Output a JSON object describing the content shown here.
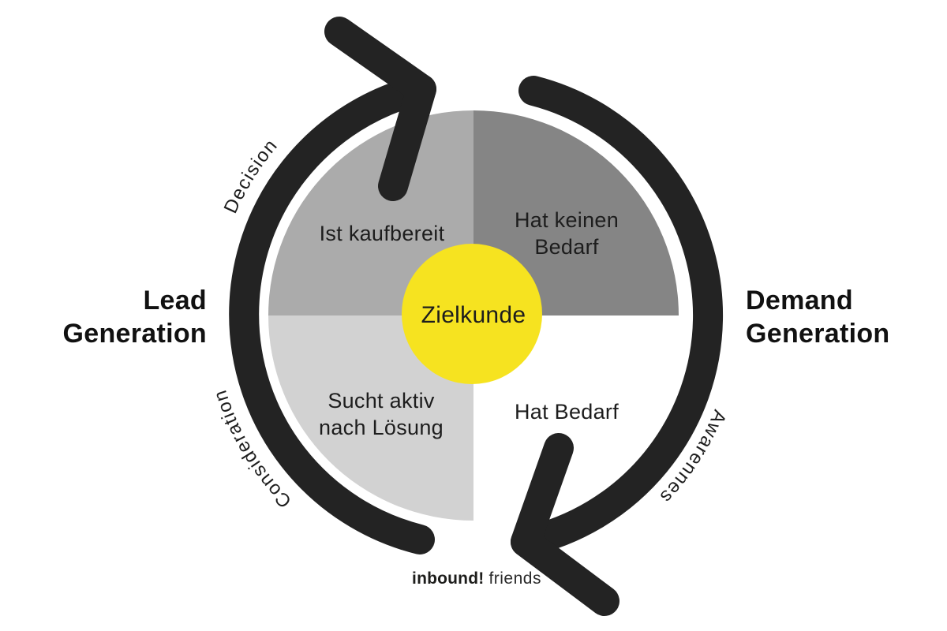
{
  "diagram": {
    "center": {
      "label": "Zielkunde"
    },
    "quadrants": {
      "top_left": {
        "label": "Ist kaufbereit"
      },
      "top_right": {
        "line1": "Hat keinen",
        "line2": "Bedarf"
      },
      "bottom_left": {
        "line1": "Sucht aktiv",
        "line2": "nach Lösung"
      },
      "bottom_right": {
        "label": "Hat Bedarf"
      }
    },
    "cycle_labels": {
      "decision": "Decision",
      "consideration": "Consideration",
      "awareness": "Awarennes"
    },
    "left_title": {
      "line1": "Lead",
      "line2": "Generation"
    },
    "right_title": {
      "line1": "Demand",
      "line2": "Generation"
    },
    "colors": {
      "quadrant_top_left": "#ababab",
      "quadrant_top_right": "#858585",
      "quadrant_bottom_left": "#d2d2d2",
      "quadrant_bottom_right": "#ffffff",
      "center_circle": "#f6e320",
      "arrow": "#232323",
      "text": "#1d1d1d"
    }
  },
  "footer": {
    "logo_bold": "inbound!",
    "logo_regular": "friends"
  }
}
